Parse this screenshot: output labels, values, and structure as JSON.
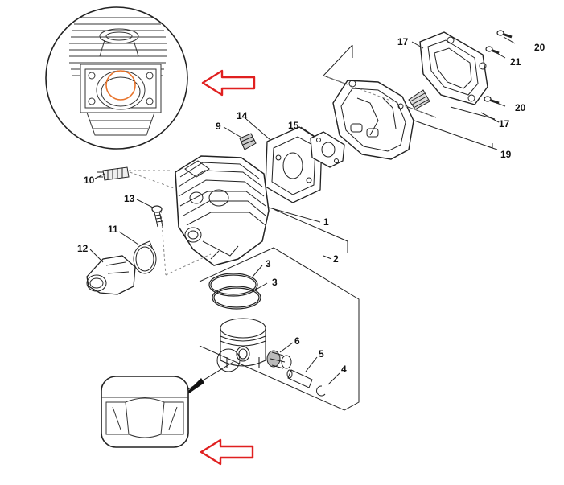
{
  "colors": {
    "line": "#222222",
    "arrow": "#e02020",
    "highlight": "#e8742c",
    "background": "#ffffff"
  },
  "icons": {
    "arrow_top": "red-outline-arrow-left-icon",
    "arrow_bottom": "red-outline-arrow-left-icon"
  },
  "callouts": [
    {
      "id": "17a",
      "text": "17"
    },
    {
      "id": "20a",
      "text": "20"
    },
    {
      "id": "21",
      "text": "21"
    },
    {
      "id": "20b",
      "text": "20"
    },
    {
      "id": "17b",
      "text": "17"
    },
    {
      "id": "19",
      "text": "19"
    },
    {
      "id": "14",
      "text": "14"
    },
    {
      "id": "15",
      "text": "15"
    },
    {
      "id": "9",
      "text": "9"
    },
    {
      "id": "10",
      "text": "10"
    },
    {
      "id": "13",
      "text": "13"
    },
    {
      "id": "11",
      "text": "11"
    },
    {
      "id": "12",
      "text": "12"
    },
    {
      "id": "1",
      "text": "1"
    },
    {
      "id": "2",
      "text": "2"
    },
    {
      "id": "3a",
      "text": "3"
    },
    {
      "id": "3b",
      "text": "3"
    },
    {
      "id": "6",
      "text": "6"
    },
    {
      "id": "5",
      "text": "5"
    },
    {
      "id": "4",
      "text": "4"
    }
  ]
}
